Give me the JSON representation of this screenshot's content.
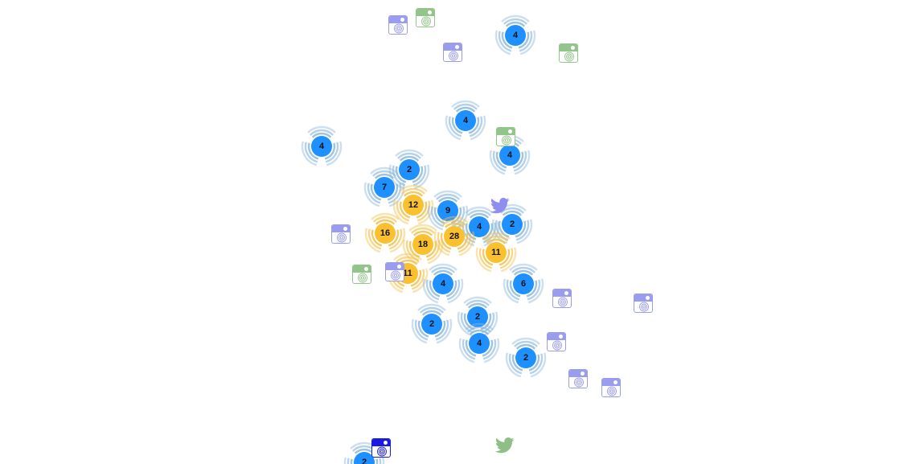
{
  "colors": {
    "cluster_blue": "#1e90ff",
    "cluster_yellow": "#fbc02d",
    "ring_blue": "#8db8dc",
    "ring_yellow": "#f2c14e",
    "insta_purple": "#9a9cf0",
    "insta_green": "#93c48b",
    "insta_navy": "#1a1ae6",
    "twitter_purple": "#8d8ef0",
    "twitter_green": "#8fbf86"
  },
  "clusters": [
    {
      "count": "4",
      "color": "blue"
    },
    {
      "count": "4",
      "color": "blue"
    },
    {
      "count": "4",
      "color": "blue"
    },
    {
      "count": "4",
      "color": "blue"
    },
    {
      "count": "2",
      "color": "blue"
    },
    {
      "count": "7",
      "color": "blue"
    },
    {
      "count": "12",
      "color": "yellow"
    },
    {
      "count": "9",
      "color": "blue"
    },
    {
      "count": "4",
      "color": "blue"
    },
    {
      "count": "2",
      "color": "blue"
    },
    {
      "count": "16",
      "color": "yellow"
    },
    {
      "count": "18",
      "color": "yellow"
    },
    {
      "count": "28",
      "color": "yellow"
    },
    {
      "count": "11",
      "color": "yellow"
    },
    {
      "count": "11",
      "color": "yellow"
    },
    {
      "count": "4",
      "color": "blue"
    },
    {
      "count": "6",
      "color": "blue"
    },
    {
      "count": "2",
      "color": "blue"
    },
    {
      "count": "2",
      "color": "blue"
    },
    {
      "count": "4",
      "color": "blue"
    },
    {
      "count": "2",
      "color": "blue"
    },
    {
      "count": "2",
      "color": "blue"
    }
  ],
  "photo_markers": [
    {
      "icon": "instagram-icon",
      "color": "purple"
    },
    {
      "icon": "instagram-icon",
      "color": "green"
    },
    {
      "icon": "instagram-icon",
      "color": "purple"
    },
    {
      "icon": "instagram-icon",
      "color": "green"
    },
    {
      "icon": "instagram-icon",
      "color": "green"
    },
    {
      "icon": "instagram-icon",
      "color": "purple"
    },
    {
      "icon": "instagram-icon",
      "color": "green"
    },
    {
      "icon": "instagram-icon",
      "color": "purple"
    },
    {
      "icon": "instagram-icon",
      "color": "purple"
    },
    {
      "icon": "instagram-icon",
      "color": "purple"
    },
    {
      "icon": "instagram-icon",
      "color": "purple"
    },
    {
      "icon": "instagram-icon",
      "color": "purple"
    },
    {
      "icon": "instagram-icon",
      "color": "purple"
    },
    {
      "icon": "instagram-icon",
      "color": "navy"
    }
  ],
  "tweet_markers": [
    {
      "icon": "twitter-bird-icon",
      "color": "purple"
    },
    {
      "icon": "twitter-bird-icon",
      "color": "green"
    }
  ]
}
